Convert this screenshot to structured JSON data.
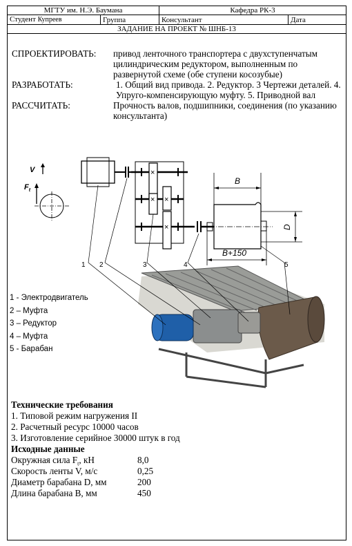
{
  "header": {
    "university": "МГТУ им. Н.Э. Баумана",
    "department": "Кафедра РК-3",
    "student_label": "Студент",
    "student_name": "Купреев",
    "group_label": "Группа",
    "consultant_label": "Консультант",
    "date_label": "Дата",
    "assignment_title": "ЗАДАНИЕ НА ПРОЕКТ № ШНБ-13"
  },
  "task": {
    "design_label": "СПРОЕКТИРОВАТЬ:",
    "design_text": "привод ленточного транспортера с двухступенчатым цилиндрическим редуктором, выполненным по развернутой схеме (обе ступени косозубые)",
    "develop_label": "РАЗРАБОТАТЬ:",
    "develop_text": "1. Общий вид привода. 2. Редуктор. 3 Чертежи деталей. 4. Упруго-компенсирующую муфту. 5. Приводной вал",
    "calc_label": "РАССЧИТАТЬ:",
    "calc_text": "Прочность валов, подшипники, соединения (по указанию консультанта)"
  },
  "diagram": {
    "v_label": "V",
    "ft_label": "F",
    "ft_sub": "t",
    "b_label": "B",
    "b150_label": "B+150",
    "d_label": "D",
    "callouts": [
      "1",
      "2",
      "3",
      "4",
      "5"
    ]
  },
  "legend": [
    "1 - Электродвигатель",
    "2 – Муфта",
    "3 – Редуктор",
    "4 – Муфта",
    "5 - Барабан"
  ],
  "requirements": {
    "title": "Технические требования",
    "items": [
      "1. Типовой режим нагружения II",
      "2. Расчетный ресурс 10000 часов",
      "3. Изготовление серийное 30000 штук в год"
    ]
  },
  "initial_data": {
    "title": "Исходные данные",
    "rows": [
      {
        "label": "Окружная сила F",
        "sub": "t",
        "unit": ", кН",
        "value": "8,0"
      },
      {
        "label": "Скорость ленты V, м/с",
        "sub": "",
        "unit": "",
        "value": "0,25"
      },
      {
        "label": "Диаметр барабана D, мм",
        "sub": "",
        "unit": "",
        "value": "200"
      },
      {
        "label": "Длина барабана B, мм",
        "sub": "",
        "unit": "",
        "value": "450"
      }
    ]
  }
}
